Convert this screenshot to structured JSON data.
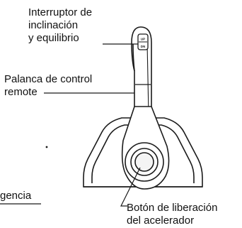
{
  "labels": {
    "trim_switch": [
      "Interruptor de",
      "inclinación",
      "y equilibrio"
    ],
    "control_lever": [
      "Palanca de control",
      "remote"
    ],
    "emergency_partial": "gencia",
    "throttle_release": [
      "Botón de liberación",
      "del acelerador"
    ]
  },
  "switch_marks": [
    "UP",
    "DN"
  ],
  "colors": {
    "line": "#1a1a1a",
    "background": "#ffffff"
  }
}
